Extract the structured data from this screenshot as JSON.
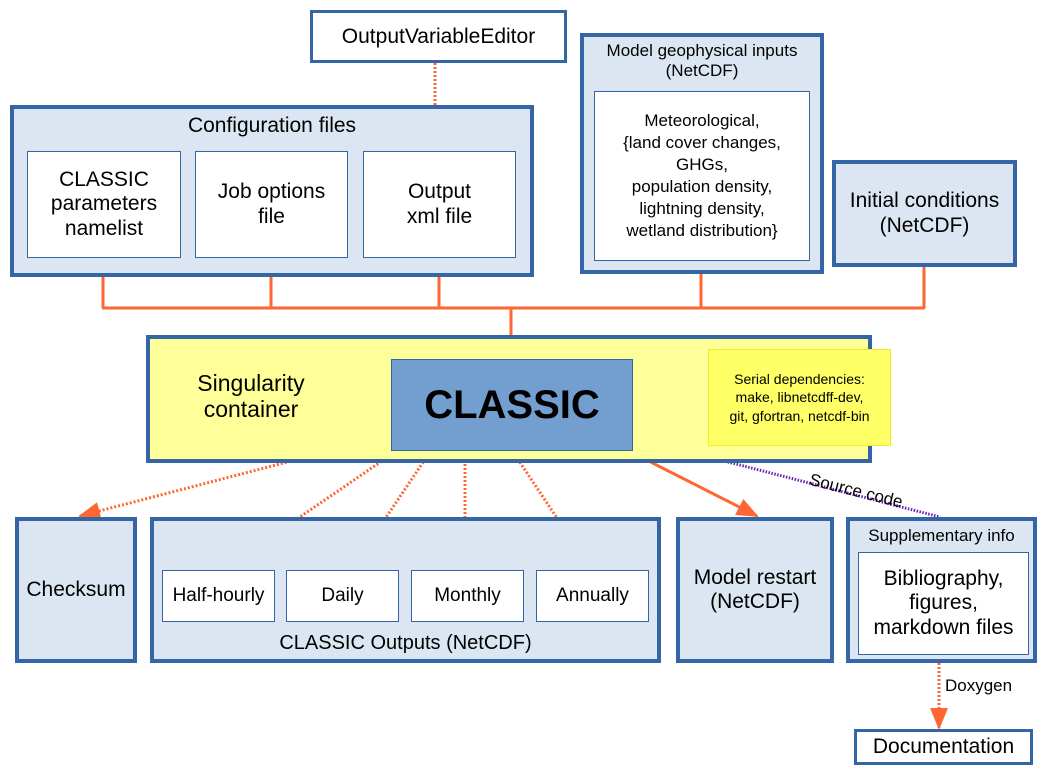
{
  "diagram": {
    "output_variable_editor": "OutputVariableEditor",
    "configuration_files": {
      "title": "Configuration files",
      "items": [
        {
          "lines": [
            "CLASSIC",
            "parameters",
            "namelist"
          ]
        },
        {
          "lines": [
            "Job options",
            "file"
          ]
        },
        {
          "lines": [
            "Output",
            "xml file"
          ]
        }
      ]
    },
    "model_geophysical_inputs": {
      "title_lines": [
        "Model  geophysical inputs",
        "(NetCDF)"
      ],
      "content_lines": [
        "Meteorological,",
        "{land cover changes,",
        "GHGs,",
        "population density,",
        "lightning density,",
        "wetland distribution}"
      ]
    },
    "initial_conditions": {
      "lines": [
        "Initial conditions",
        "(NetCDF)"
      ]
    },
    "singularity_container": {
      "lines": [
        "Singularity",
        "container"
      ]
    },
    "classic": "CLASSIC",
    "serial_dependencies": {
      "lines": [
        "Serial dependencies:",
        "make, libnetcdff-dev,",
        "git, gfortran, netcdf-bin"
      ]
    },
    "checksum": "Checksum",
    "classic_outputs": {
      "title": "CLASSIC Outputs (NetCDF)",
      "items": [
        "Half-hourly",
        "Daily",
        "Monthly",
        "Annually"
      ]
    },
    "model_restart": {
      "lines": [
        "Model restart",
        "(NetCDF)"
      ]
    },
    "supplementary_info": {
      "title": "Supplementary info",
      "content_lines": [
        "Bibliography,",
        "figures,",
        "markdown files"
      ]
    },
    "documentation": "Documentation",
    "edge_labels": {
      "source_code": "Source code",
      "doxygen": "Doxygen"
    },
    "colors": {
      "box_border": "#3465a4",
      "box_fill": "#dce6f2",
      "container_fill": "#ffff99",
      "deps_fill": "#ffff66",
      "classic_fill": "#729fcf",
      "arrow": "#ff6633",
      "source_code_line": "#6b1fb1"
    }
  }
}
